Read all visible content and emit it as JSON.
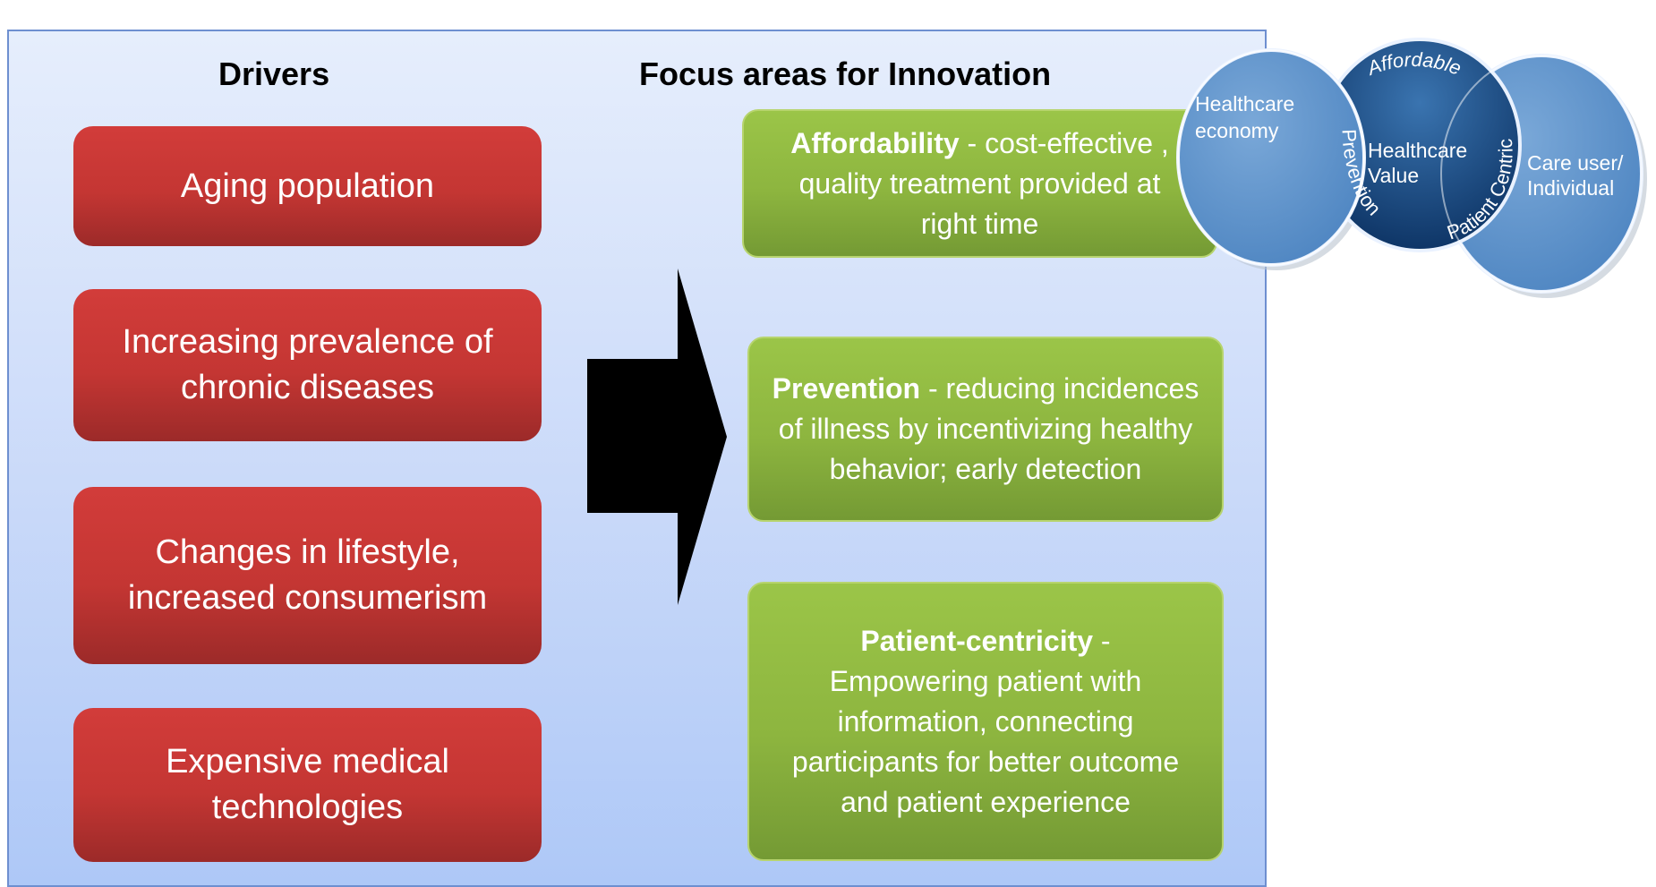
{
  "headings": {
    "drivers": "Drivers",
    "focus": "Focus areas for Innovation"
  },
  "drivers": [
    {
      "label": "Aging population"
    },
    {
      "label_line1": "Increasing prevalence of",
      "label_line2": "chronic diseases"
    },
    {
      "label_line1": "Changes in lifestyle,",
      "label_line2": "increased consumerism"
    },
    {
      "label_line1": "Expensive medical",
      "label_line2": "technologies"
    }
  ],
  "focus_areas": [
    {
      "title": "Affordability",
      "desc_line1": " - cost-effective ,",
      "desc_line2": "quality  treatment provided at",
      "desc_line3": "right time"
    },
    {
      "title": "Prevention",
      "desc_line1": " - reducing incidences",
      "desc_line2": "of illness by incentivizing healthy",
      "desc_line3": "behavior;  early detection"
    },
    {
      "title": "Patient-centricity",
      "desc_line1": " -",
      "desc_line2": "Empowering patient with",
      "desc_line3": "information, connecting",
      "desc_line4": "participants for better outcome",
      "desc_line5": "and patient experience"
    }
  ],
  "venn": {
    "left_label_line1": "Healthcare",
    "left_label_line2": "economy",
    "center_label_line1": "Healthcare",
    "center_label_line2": "Value",
    "right_label_line1": "Care user/",
    "right_label_line2": "Individual",
    "arc_top": "Affordable",
    "arc_left": "Prevention",
    "arc_right": "Patient Centric"
  },
  "colors": {
    "driver_red": "#c43633",
    "focus_green": "#8db53f",
    "panel_blue": "#c9d9f9",
    "venn_light": "#6a9bcf",
    "venn_dark": "#1d4f86"
  }
}
